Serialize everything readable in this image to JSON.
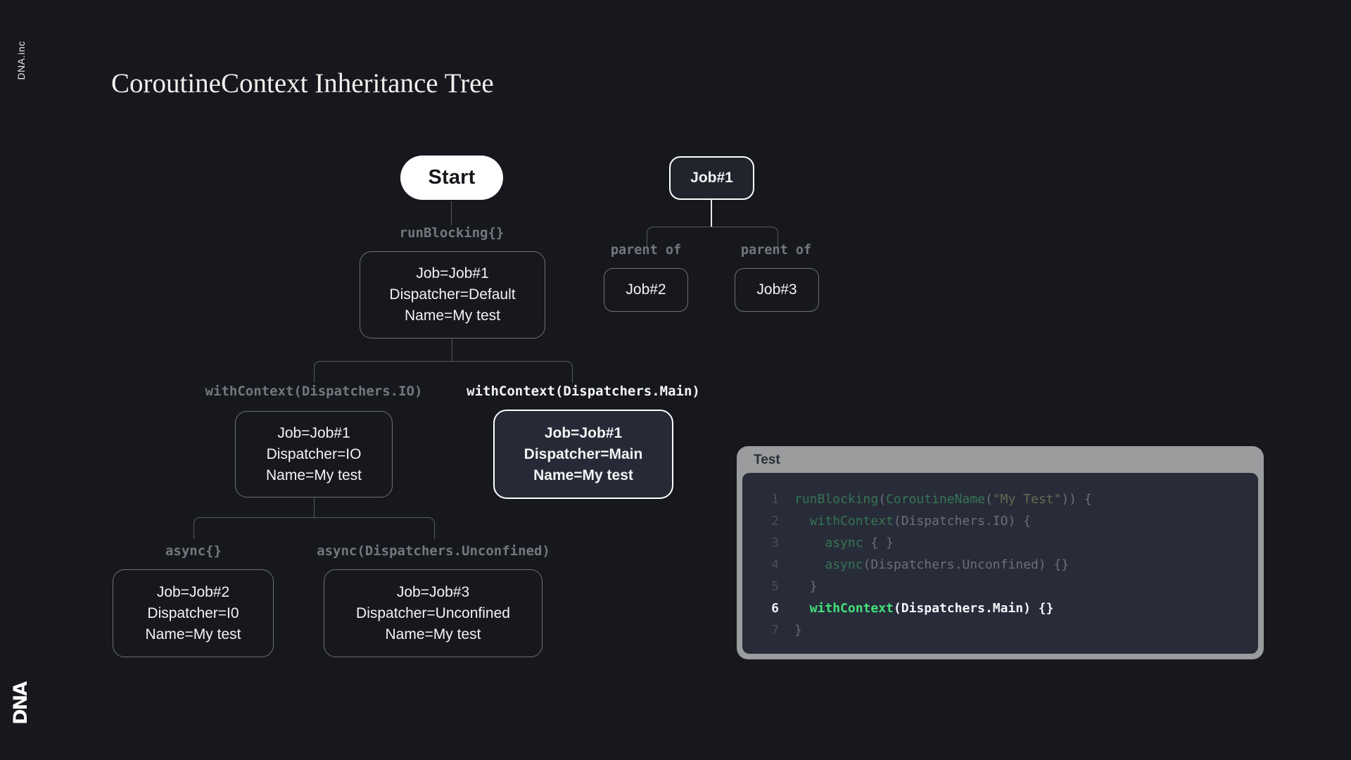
{
  "brand": {
    "side_label": "DNA.inc",
    "logo_text": "DNA"
  },
  "title": "CoroutineContext Inheritance Tree",
  "tree": {
    "start": "Start",
    "runblocking_label": "runBlocking{}",
    "root_box": [
      "Job=Job#1",
      "Dispatcher=Default",
      "Name=My test"
    ],
    "io_label": "withContext(Dispatchers.IO)",
    "main_label": "withContext(Dispatchers.Main)",
    "io_box": [
      "Job=Job#1",
      "Dispatcher=IO",
      "Name=My test"
    ],
    "main_box": [
      "Job=Job#1",
      "Dispatcher=Main",
      "Name=My test"
    ],
    "async_label": "async{}",
    "unconfined_label": "async(Dispatchers.Unconfined)",
    "async_box": [
      "Job=Job#2",
      "Dispatcher=I0",
      "Name=My test"
    ],
    "unconfined_box": [
      "Job=Job#3",
      "Dispatcher=Unconfined",
      "Name=My test"
    ]
  },
  "job_tree": {
    "root": "Job#1",
    "left_edge": "parent of",
    "right_edge": "parent of",
    "left_child": "Job#2",
    "right_child": "Job#3"
  },
  "code_panel": {
    "title": "Test",
    "lines": [
      {
        "no": "1",
        "state": "dim",
        "tokens": [
          {
            "c": "fn",
            "t": "runBlocking"
          },
          {
            "c": "p",
            "t": "("
          },
          {
            "c": "fn",
            "t": "CoroutineName"
          },
          {
            "c": "p",
            "t": "("
          },
          {
            "c": "str",
            "t": "\"My Test\""
          },
          {
            "c": "p",
            "t": ")) {"
          }
        ]
      },
      {
        "no": "2",
        "state": "dim",
        "tokens": [
          {
            "c": "p",
            "t": "  "
          },
          {
            "c": "fn",
            "t": "withContext"
          },
          {
            "c": "p",
            "t": "(Dispatchers.IO) {"
          }
        ]
      },
      {
        "no": "3",
        "state": "dim",
        "tokens": [
          {
            "c": "p",
            "t": "    "
          },
          {
            "c": "fn",
            "t": "async"
          },
          {
            "c": "p",
            "t": " { }"
          }
        ]
      },
      {
        "no": "4",
        "state": "dim",
        "tokens": [
          {
            "c": "p",
            "t": "    "
          },
          {
            "c": "fn",
            "t": "async"
          },
          {
            "c": "p",
            "t": "(Dispatchers.Unconfined) {}"
          }
        ]
      },
      {
        "no": "5",
        "state": "dim",
        "tokens": [
          {
            "c": "p",
            "t": "  }"
          }
        ]
      },
      {
        "no": "6",
        "state": "active",
        "tokens": [
          {
            "c": "p",
            "t": "  "
          },
          {
            "c": "fn",
            "t": "withContext"
          },
          {
            "c": "p",
            "t": "(Dispatchers.Main) {}"
          }
        ]
      },
      {
        "no": "7",
        "state": "dim",
        "tokens": [
          {
            "c": "p",
            "t": "}"
          }
        ]
      }
    ]
  },
  "colors": {
    "background": "#16181d",
    "accent_green": "#4ade80",
    "string_olive": "#c8c178",
    "edge_gray": "#56595f",
    "label_gray": "#74777d",
    "panel_gray": "#9b9c9e",
    "code_bg": "#282c38",
    "node_border": "#6e7077",
    "highlight_box_bg": "#262a36"
  }
}
